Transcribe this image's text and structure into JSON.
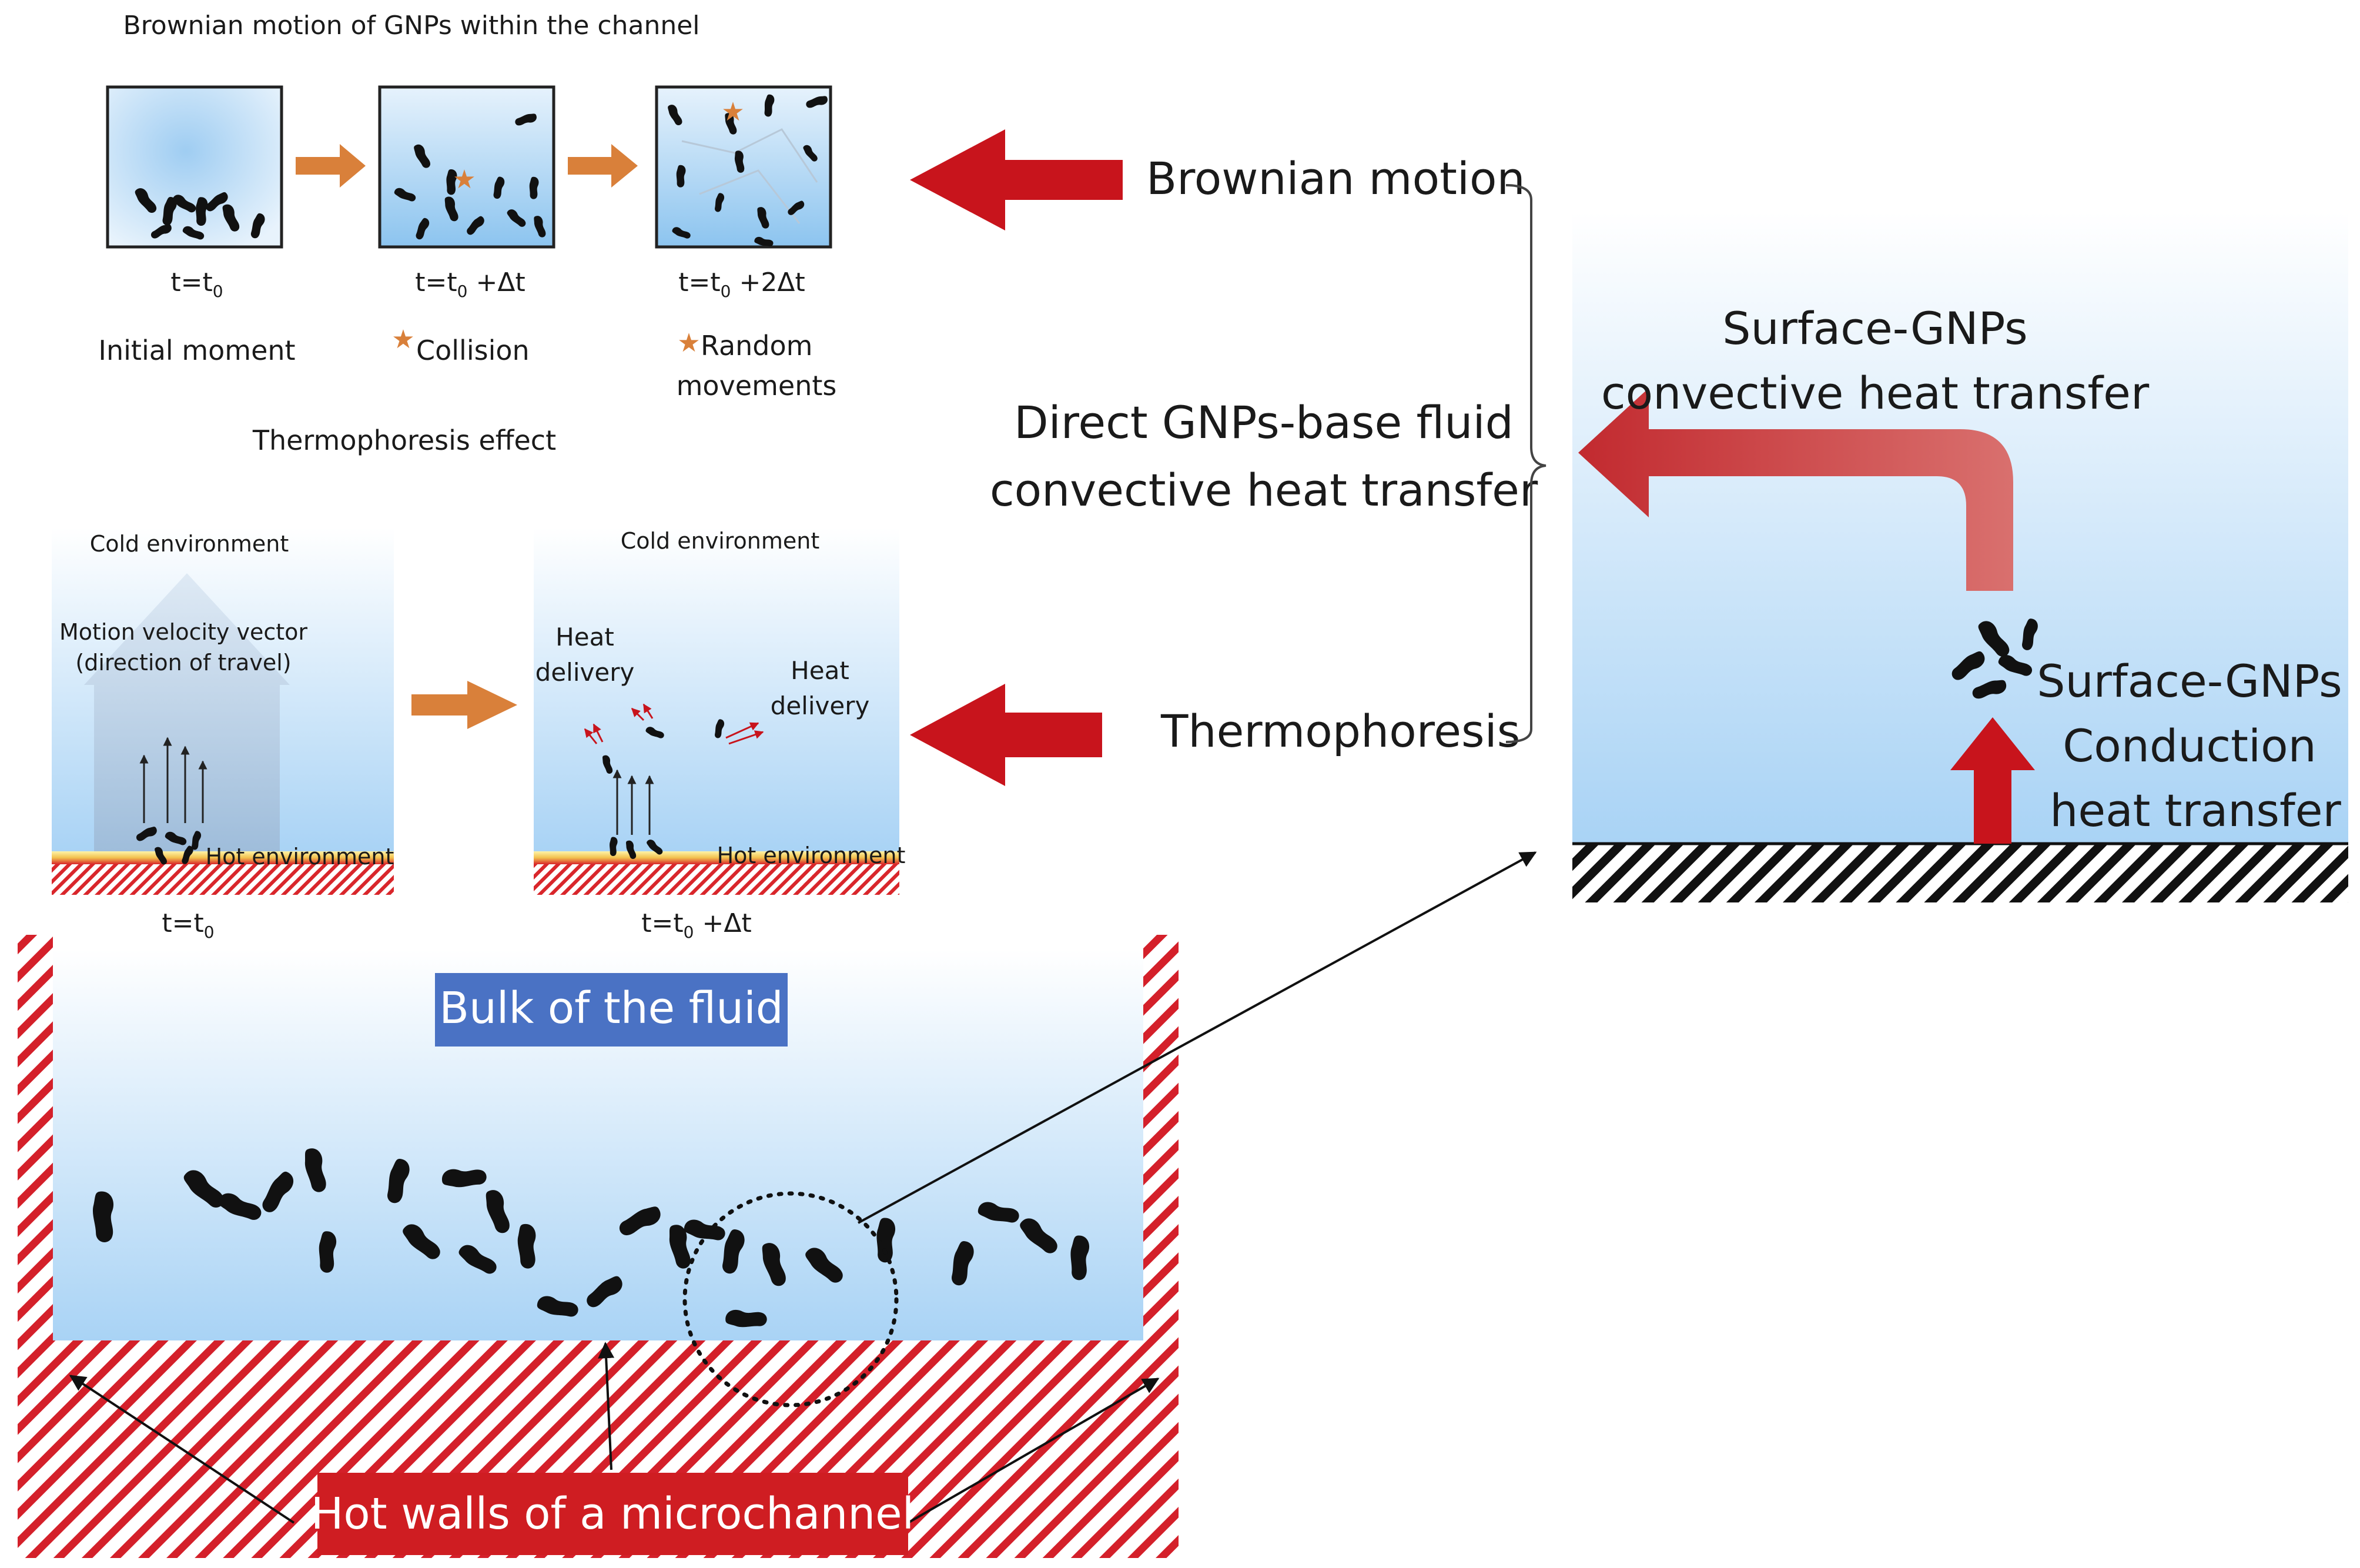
{
  "brownian_panel": {
    "title": "Brownian motion of GNPs within the channel",
    "times": [
      "t=t",
      "t=t",
      "t=t"
    ],
    "time_sub": [
      "0",
      "0",
      "0"
    ],
    "time_suffix": [
      "",
      " +Δt",
      " +2Δt"
    ],
    "labels": [
      "Initial moment",
      "Collision",
      "Random",
      "movements"
    ]
  },
  "thermophoresis_panel": {
    "title": "Thermophoresis effect",
    "cold_left": "Cold environment",
    "cold_right": "Cold environment",
    "velocity_line1": "Motion velocity  vector",
    "velocity_line2": "(direction of travel)",
    "hot_left": "Hot environment",
    "hot_right": "Hot environment",
    "heat_delivery_1a": "Heat",
    "heat_delivery_1b": "delivery",
    "heat_delivery_2a": "Heat",
    "heat_delivery_2b": "delivery",
    "time_left": "t=t",
    "time_left_sub": "0",
    "time_right": "t=t",
    "time_right_sub": "0",
    "time_right_suffix": " +Δt"
  },
  "mechanisms": {
    "brownian": "Brownian motion",
    "direct_line1": "Direct GNPs-base fluid",
    "direct_line2": "convective heat transfer",
    "thermophoresis": "Thermophoresis"
  },
  "surface_panel": {
    "convective_line1": "Surface-GNPs",
    "convective_line2": "convective heat transfer",
    "conduction_line1": "Surface-GNPs",
    "conduction_line2": "Conduction",
    "conduction_line3": "heat transfer"
  },
  "channel": {
    "bulk_label": "Bulk of the fluid",
    "walls_label": "Hot walls of a microchannel"
  },
  "colors": {
    "red_arrow": "#c8141c",
    "orange_arrow": "#d9803a",
    "fluid_top": "#ffffff",
    "fluid_bottom": "#a9d3f5",
    "wall_hatch": "#d4202a",
    "bulk_box": "#4a72c4",
    "walls_box": "#cf1d22"
  }
}
